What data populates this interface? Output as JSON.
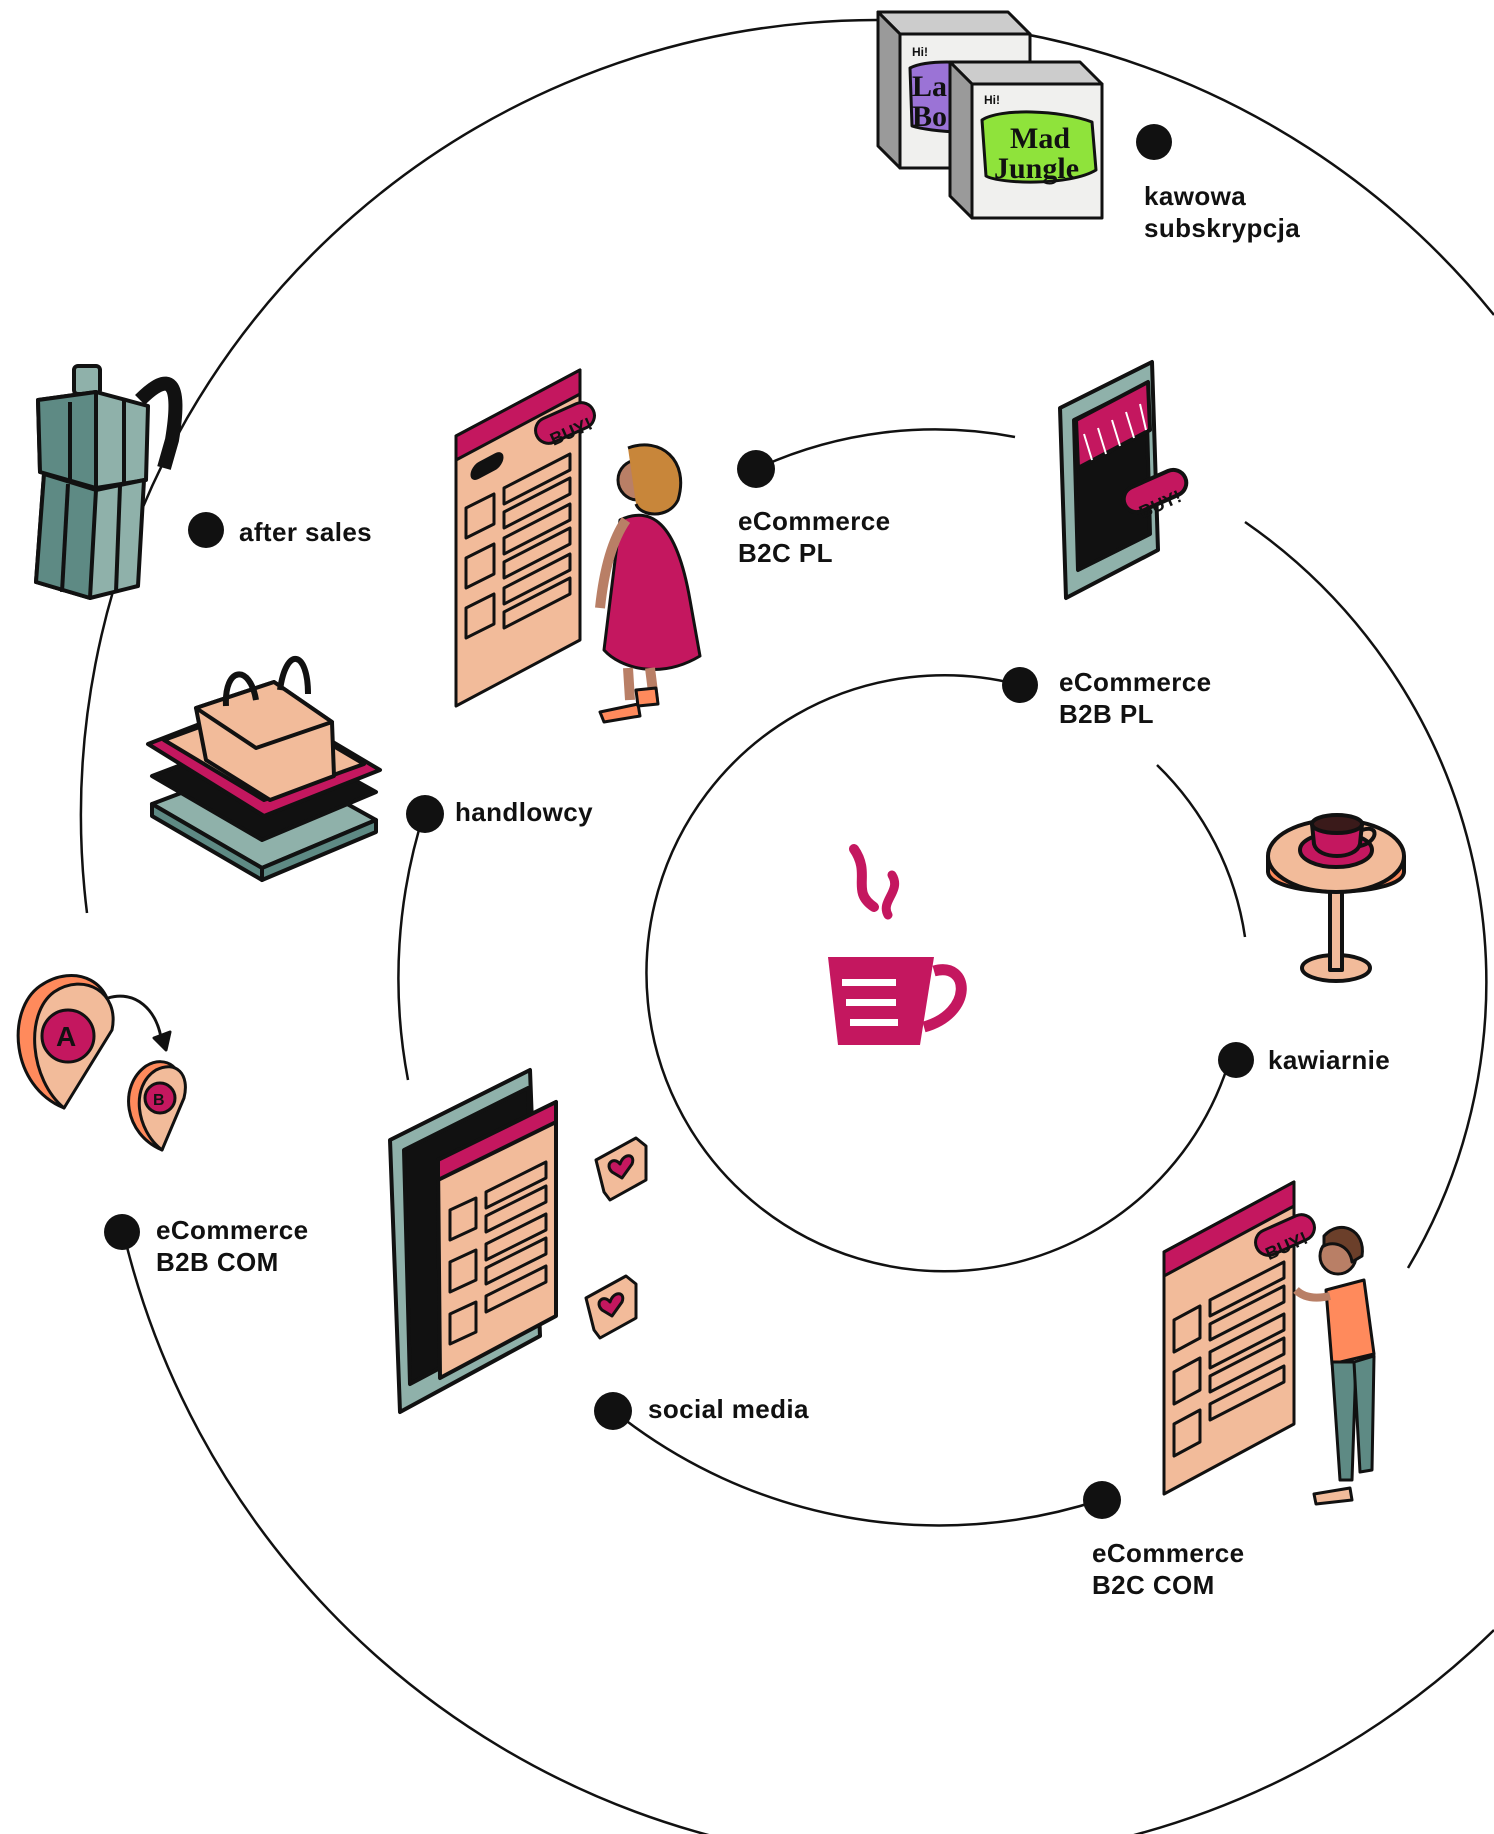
{
  "colors": {
    "magenta": "#c4175f",
    "peach": "#f2bb9a",
    "teal": "#8fb1aa",
    "dark_teal": "#5e8a84",
    "orange": "#ff8a5c",
    "purple": "#9b73d6",
    "lime": "#8fe33b",
    "ink": "#111111"
  },
  "labels": {
    "kawowa": [
      "kawowa",
      "subskrypcja"
    ],
    "after_sales": "after sales",
    "ecom_b2c_pl": [
      "eCommerce",
      "B2C PL"
    ],
    "ecom_b2b_pl": [
      "eCommerce",
      "B2B PL"
    ],
    "handlowcy": "handlowcy",
    "kawiarnie": "kawiarnie",
    "ecom_b2b_com": [
      "eCommerce",
      "B2B COM"
    ],
    "social_media": "social media",
    "ecom_b2c_com": [
      "eCommerce",
      "B2C COM"
    ]
  },
  "illustrations": {
    "package_1_brand": "Hi!",
    "package_1_title": [
      "La",
      "Bo"
    ],
    "package_2_brand": "Hi!",
    "package_2_title": [
      "Mad",
      "Jungle"
    ],
    "buy_tag": "BUY!",
    "pin_a": "A",
    "pin_b": "B"
  },
  "icons": [
    "coffee-cup-logo-icon",
    "moka-pot-icon",
    "coffee-package-icon",
    "phone-shop-icon",
    "basket-icon",
    "cafe-table-icon",
    "map-pin-icon",
    "tablet-social-icon",
    "heart-bubble-icon",
    "shop-screen-icon"
  ]
}
